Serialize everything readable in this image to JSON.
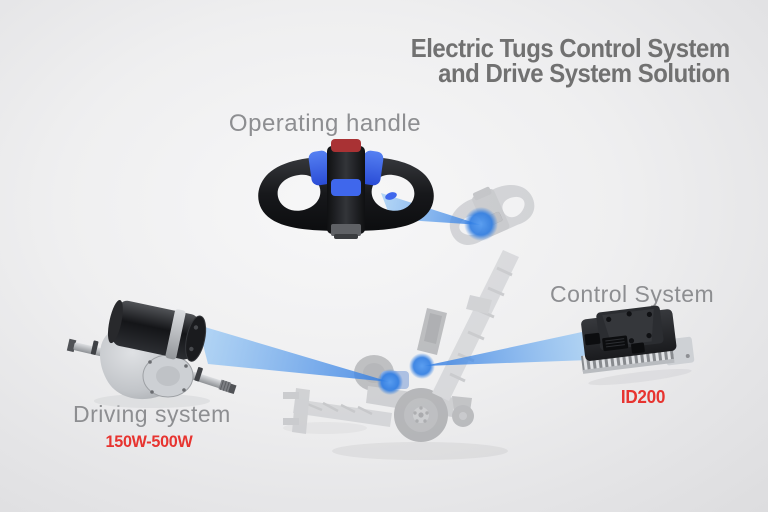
{
  "title": {
    "line1": "Electric Tugs Control System",
    "line2": "and Drive System Solution"
  },
  "callouts": {
    "operating_handle": {
      "label": "Operating handle"
    },
    "control_system": {
      "label": "Control System",
      "model": "ID200"
    },
    "driving_system": {
      "label": "Driving system",
      "power_range": "150W-500W"
    }
  },
  "colors": {
    "accent_red": "#e73430",
    "beam_blue": "#2e7ce0",
    "title_gray": "#717171",
    "label_gray": "#8d8e91"
  }
}
